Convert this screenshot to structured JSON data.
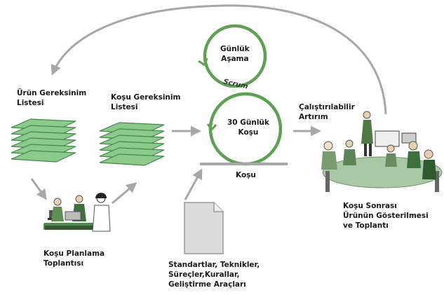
{
  "labels": {
    "product_backlog": [
      "Ürün Gereksinim",
      "Listesi"
    ],
    "sprint_backlog": [
      "Koşu Gereksinim",
      "Listesi"
    ],
    "daily_phase": [
      "Günlük",
      "Aşama"
    ],
    "scrum": "Scrum",
    "sprint_cycle": [
      "30 Günlük",
      "Koşu"
    ],
    "sprint": "Koşu",
    "increment": [
      "Çalıştırılabilir",
      "Artırım"
    ],
    "sprint_planning": [
      "Koşu Planlama",
      "Toplantısı"
    ],
    "standards": [
      "Standartlar, Teknikler,",
      "Süreçler,Kurallar,",
      "Geliştirme Araçları"
    ],
    "sprint_review": [
      "Koşu Sonrası",
      "Ürünün Gösterilmesi",
      "ve Toplantı"
    ]
  },
  "colors": {
    "paper_green": "#8cc98a",
    "paper_dark": "#3e8a46",
    "cycle_green": "#5fa055",
    "arrow_gray": "#a7a7a7",
    "document": "#dcdcdc"
  },
  "icons": {
    "planning_meeting": "meeting-people-icon",
    "review_meeting": "review-meeting-icon",
    "standards_doc": "document-icon"
  }
}
